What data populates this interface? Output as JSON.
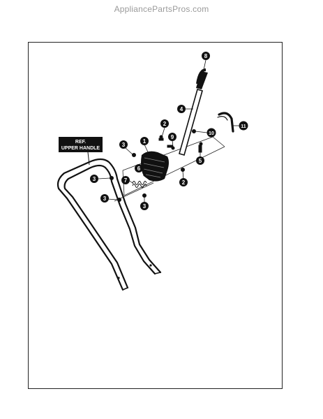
{
  "watermark": "AppliancePartsPros.com",
  "ref_label": {
    "line1": "REF.",
    "line2": "UPPER HANDLE"
  },
  "callouts": [
    "1",
    "2",
    "2",
    "3",
    "3",
    "3",
    "3",
    "3",
    "4",
    "5",
    "6",
    "7",
    "8",
    "9",
    "10",
    "11"
  ]
}
